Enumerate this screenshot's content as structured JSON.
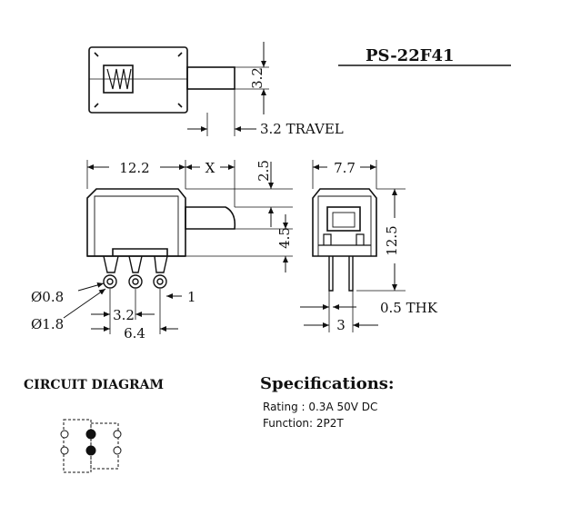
{
  "part_number": "PS-22F41",
  "top_view": {
    "dim_height": "3.2",
    "dim_travel": "3.2 TRAVEL"
  },
  "front_view": {
    "dim_width": "12.2",
    "dim_x": "X",
    "dim_actuator_offset": "2.5",
    "dim_actuator_height": "4.5",
    "dim_hole_small": "Ø0.8",
    "dim_hole_large": "Ø1.8",
    "dim_pin_pitch": "3.2",
    "dim_pin_span": "6.4",
    "dim_pin_width": "1"
  },
  "side_view": {
    "dim_width": "7.7",
    "dim_height": "12.5",
    "dim_thickness": "0.5 THK",
    "dim_pin_spacing": "3"
  },
  "circuit": {
    "title": "CIRCUIT DIAGRAM"
  },
  "specs": {
    "title": "Specifications:",
    "rating": "Rating : 0.3A 50V DC",
    "function": "Function: 2P2T"
  }
}
